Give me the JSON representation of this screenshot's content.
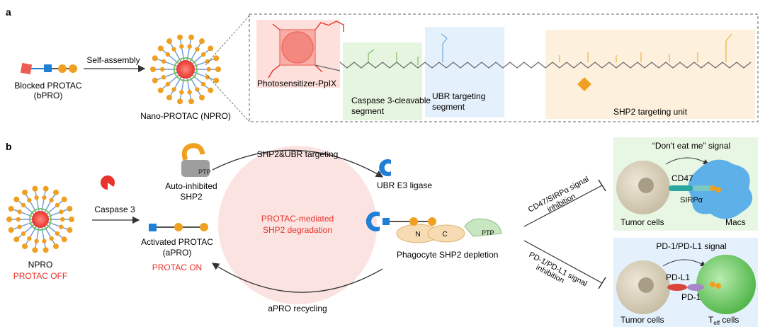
{
  "panel_a": {
    "label": "a",
    "blocked_label_1": "Blocked PROTAC",
    "blocked_label_2": "(bPRO)",
    "arrow_label": "Self-assembly",
    "nano_label": "Nano-PROTAC (NPRO)",
    "photosensitizer": "Photosensitizer-PpIX",
    "caspase_seg_1": "Caspase 3-cleavable",
    "caspase_seg_2": "segment",
    "ubr_seg_1": "UBR targeting",
    "ubr_seg_2": "segment",
    "shp2_unit": "SHP2 targeting unit"
  },
  "panel_b": {
    "label": "b",
    "npro": "NPRO",
    "protac_off": "PROTAC OFF",
    "caspase3": "Caspase 3",
    "activated_1": "Activated PROTAC",
    "activated_2": "(aPRO)",
    "protac_on": "PROTAC ON",
    "auto_inhibited_1": "Auto-inhibited",
    "auto_inhibited_2": "SHP2",
    "ptp": "PTP",
    "targeting": "SHP2&UBR targeting",
    "circle_1": "PROTAC-mediated",
    "circle_2": "SHP2 degradation",
    "recycling": "aPRO recycling",
    "ubr_ligase": "UBR E3 ligase",
    "depletion": "Phagocyte SHP2 depletion",
    "n_label": "N",
    "c_label": "C",
    "cd47_signal_1": "CD47/SIRPα signal",
    "cd47_signal_2": "inhibition",
    "pd1_signal_1": "PD-1/PD-L1 signal",
    "pd1_signal_2": "inhibition",
    "dont_eat": "“Don't eat me” signal",
    "cd47": "CD47",
    "sirpa": "SIRPα",
    "tumor_cells": "Tumor cells",
    "macs": "Macs",
    "pd_signal_title": "PD-1/PD-L1 signal",
    "pdl1": "PD-L1",
    "pd1": "PD-1",
    "teff": "T",
    "teff_sub": "eff",
    "teff_rest": " cells"
  },
  "colors": {
    "accent_red": "#e8332a",
    "orange": "#f0a020",
    "blue": "#1f7fd6",
    "teal": "#2aa8a0",
    "green_bg": "#e8f6e4",
    "blue_bg": "#e4f0fb",
    "pink_circle": "#fbe3e1"
  }
}
